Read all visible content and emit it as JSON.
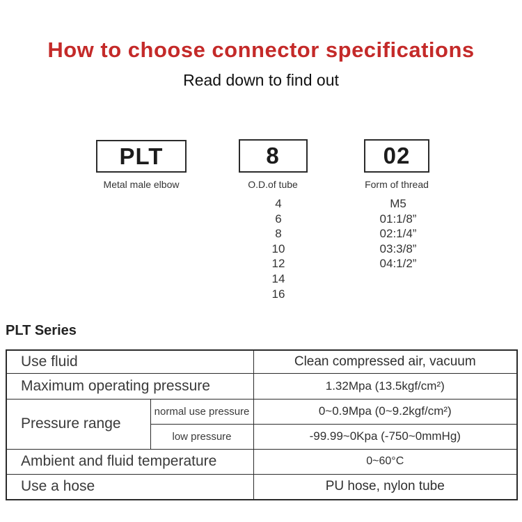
{
  "title": "How to choose connector specifications",
  "subtitle": "Read down to find out",
  "code_boxes": [
    {
      "code": "PLT",
      "label": "Metal male elbow"
    },
    {
      "code": "8",
      "label": "O.D.of tube"
    },
    {
      "code": "02",
      "label": "Form of thread"
    }
  ],
  "tube_options": [
    "4",
    "6",
    "8",
    "10",
    "12",
    "14",
    "16"
  ],
  "thread_options": [
    "M5",
    "01:1/8”",
    "02:1/4”",
    "03:3/8”",
    "04:1/2”"
  ],
  "series_heading": "PLT Series",
  "spec": {
    "use_fluid": {
      "label": "Use fluid",
      "value": "Clean compressed air, vacuum"
    },
    "max_pressure": {
      "label": "Maximum operating pressure",
      "value": "1.32Mpa  (13.5kgf/cm²)"
    },
    "pressure_range": {
      "label": "Pressure range",
      "normal": {
        "label": "normal use pressure",
        "value": "0~0.9Mpa  (0~9.2kgf/cm²)"
      },
      "low": {
        "label": "low pressure",
        "value": "-99.99~0Kpa  (-750~0mmHg)"
      }
    },
    "ambient_temp": {
      "label": "Ambient and fluid temperature",
      "value": "0~60°C"
    },
    "hose": {
      "label": "Use a hose",
      "value": "PU hose, nylon tube"
    }
  },
  "colors": {
    "accent_red": "#c42a29",
    "row_beige": "#f4eedd",
    "table_border": "#2b2b2b"
  }
}
